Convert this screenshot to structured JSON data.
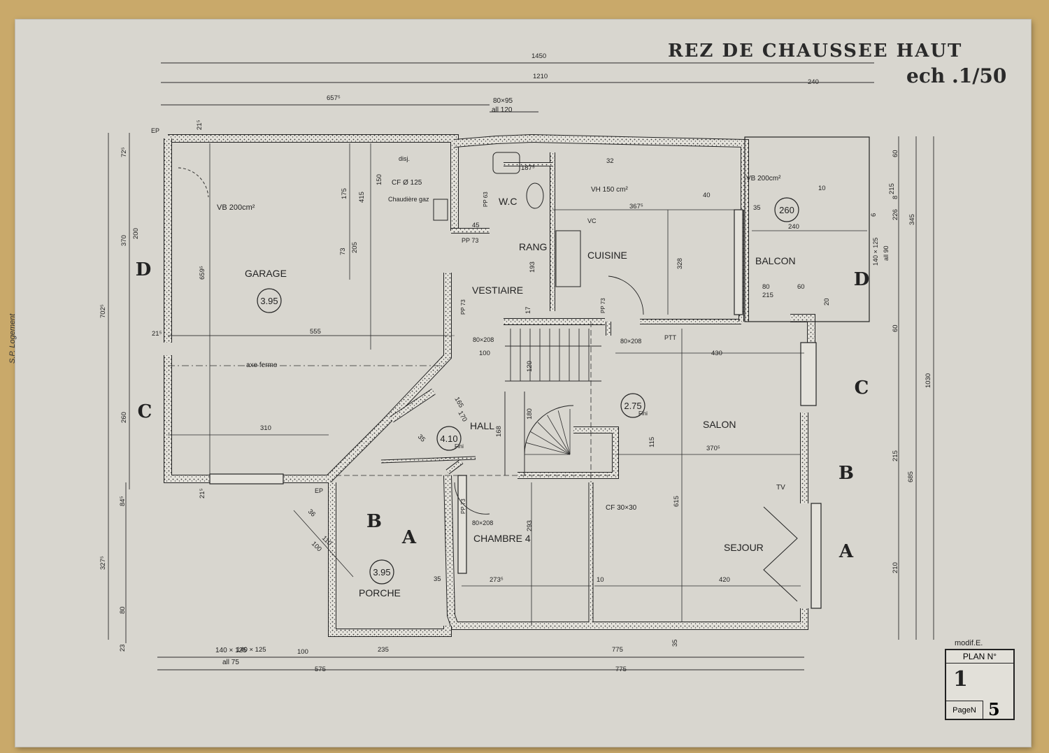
{
  "title": {
    "main": "REZ DE CHAUSSEE HAUT",
    "scale": "ech .1/50"
  },
  "side_note": "S.P. Logement",
  "cartouche": {
    "modif": "modif.E.",
    "plan_label": "PLAN N°",
    "plan_number": "1",
    "page_label": "PageN",
    "page_number": "5"
  },
  "rooms": [
    {
      "id": "garage",
      "name": "GARAGE",
      "level": "3.95"
    },
    {
      "id": "cuisine",
      "name": "CUISINE",
      "level": ""
    },
    {
      "id": "balcon",
      "name": "BALCON",
      "level": "260"
    },
    {
      "id": "rang",
      "name": "RANG",
      "level": ""
    },
    {
      "id": "wc",
      "name": "W.C",
      "level": ""
    },
    {
      "id": "vestiaire",
      "name": "VESTIAIRE",
      "level": ""
    },
    {
      "id": "hall",
      "name": "HALL",
      "level": "4.10"
    },
    {
      "id": "salon",
      "name": "SALON",
      "level": "2.75"
    },
    {
      "id": "chambre",
      "name": "CHAMBRE 4",
      "level": ""
    },
    {
      "id": "sejour",
      "name": "SEJOUR",
      "level": ""
    },
    {
      "id": "porche",
      "name": "PORCHE",
      "level": "3.95"
    }
  ],
  "level_suffix": "Fini",
  "section_marks": [
    "A",
    "B",
    "C",
    "D"
  ],
  "annotations": [
    "VB 200cm²",
    "axe ferme",
    "CF Ø 125",
    "Chaudière gaz",
    "disj.",
    "VH 150 cm²",
    "VB 200cm²",
    "CF 30×30",
    "PP 73",
    "PP 63",
    "PP 73",
    "PP 73",
    "PP 73",
    "EP",
    "EP",
    "TV",
    "PTT",
    "VC",
    "80×95",
    "all 120",
    "80×208",
    "80×208",
    "80×208",
    "140 × 125",
    "all 90",
    "140 × 125",
    "all 75"
  ],
  "dimensions": [
    "1450",
    "1210",
    "240",
    "657⁵",
    "555",
    "310",
    "axe",
    "415",
    "175",
    "150",
    "205",
    "73",
    "659⁵",
    "702⁵",
    "370",
    "200",
    "72⁵",
    "260",
    "84⁵",
    "327⁵",
    "80",
    "23",
    "21⁵",
    "21⁵",
    "21⁵",
    "367⁵",
    "328",
    "193",
    "240",
    "226",
    "215",
    "345",
    "1030",
    "685",
    "215",
    "210",
    "60",
    "60",
    "430",
    "370⁵",
    "115",
    "615",
    "293",
    "273⁵",
    "420",
    "35",
    "10",
    "100",
    "140 × 125",
    "100",
    "235",
    "775",
    "575",
    "775",
    "35",
    "45",
    "17",
    "120",
    "180",
    "168",
    "170",
    "165",
    "35",
    "36",
    "110",
    "100",
    "80",
    "60",
    "215",
    "20",
    "10",
    "6",
    "8",
    "40",
    "32",
    "187⁵",
    "35"
  ]
}
